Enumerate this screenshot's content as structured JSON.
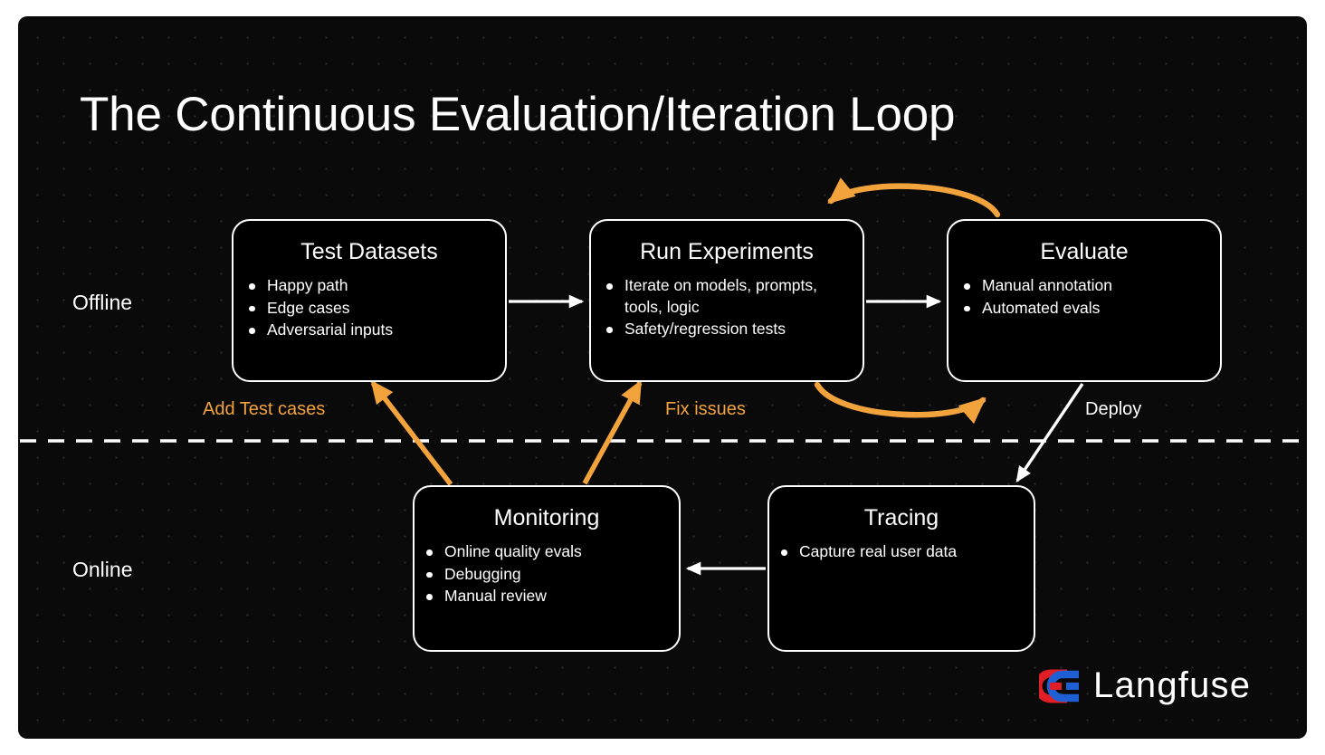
{
  "title": "The Continuous Evaluation/Iteration Loop",
  "lanes": [
    {
      "id": "offline",
      "label": "Offline"
    },
    {
      "id": "online",
      "label": "Online"
    }
  ],
  "nodes": [
    {
      "id": "test-datasets",
      "title": "Test Datasets",
      "bullets": [
        "Happy path",
        "Edge cases",
        "Adversarial inputs"
      ]
    },
    {
      "id": "run-experiments",
      "title": "Run Experiments",
      "bullets": [
        "Iterate on models, prompts, tools, logic",
        "Safety/regression tests"
      ]
    },
    {
      "id": "evaluate",
      "title": "Evaluate",
      "bullets": [
        "Manual annotation",
        "Automated evals"
      ]
    },
    {
      "id": "monitoring",
      "title": "Monitoring",
      "bullets": [
        "Online quality evals",
        "Debugging",
        "Manual review"
      ]
    },
    {
      "id": "tracing",
      "title": "Tracing",
      "bullets": [
        "Capture real user data"
      ]
    }
  ],
  "edge_labels": [
    {
      "id": "add-test-cases",
      "text": "Add Test cases",
      "color": "#F2A33C"
    },
    {
      "id": "fix-issues",
      "text": "Fix issues",
      "color": "#F2A33C"
    },
    {
      "id": "deploy",
      "text": "Deploy",
      "color": "#FFFFFF"
    }
  ],
  "brand": {
    "name": "Langfuse",
    "logo_icon": "langfuse-logo-icon",
    "logo_colors": {
      "red": "#E01E26",
      "blue": "#1F5FD4"
    }
  },
  "colors": {
    "background": "#0A0A0A",
    "page": "#FFFFFF",
    "stroke": "#FFFFFF",
    "accent_orange": "#F2A33C",
    "grid_dot": "#2B2B2B"
  }
}
